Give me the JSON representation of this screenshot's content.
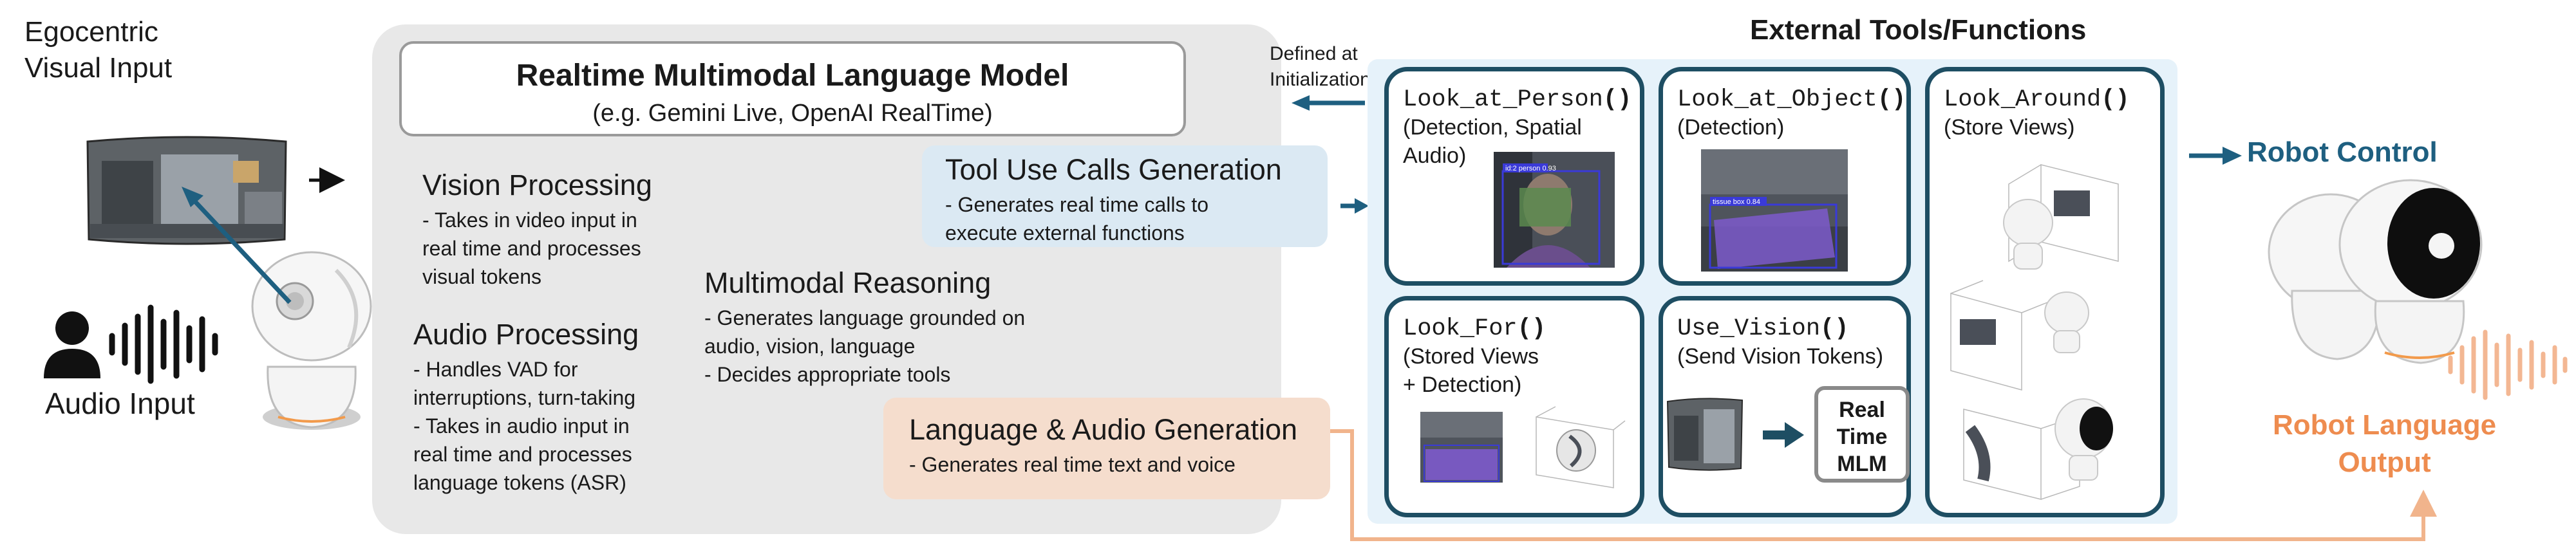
{
  "left": {
    "ego_line1": "Egocentric",
    "ego_line2": "Visual Input",
    "audio_label": "Audio Input"
  },
  "model": {
    "title": "Realtime Multimodal Language Model",
    "subtitle": "(e.g. Gemini Live, OpenAI RealTime)"
  },
  "vision": {
    "title": "Vision Processing",
    "lines": [
      "- Takes in video input in",
      "real time and processes",
      "visual tokens"
    ]
  },
  "audio_proc": {
    "title": "Audio Processing",
    "lines": [
      "- Handles VAD for",
      "interruptions, turn-taking",
      "- Takes in audio input in",
      "real time and processes",
      "language tokens (ASR)"
    ]
  },
  "reasoning": {
    "title": "Multimodal Reasoning",
    "lines": [
      "- Generates language grounded on",
      "audio, vision, language",
      "- Decides appropriate tools"
    ]
  },
  "tool_calls": {
    "title": "Tool Use Calls Generation",
    "lines": [
      "- Generates real time calls to",
      "execute external functions"
    ]
  },
  "lang_gen": {
    "title": "Language & Audio Generation",
    "lines": [
      "- Generates real time text and voice"
    ]
  },
  "defined": {
    "line1": "Defined at",
    "line2": "Initialization"
  },
  "external": {
    "title": "External Tools/Functions",
    "look_at_person": {
      "name": "Look_at_Person",
      "paren": "()",
      "desc1": "(Detection, Spatial",
      "desc2": "Audio)",
      "det_label": "id:2 person 0.93"
    },
    "look_at_object": {
      "name": "Look_at_Object",
      "paren": "()",
      "desc1": "(Detection)",
      "det_label": "tissue box 0.84"
    },
    "look_around": {
      "name": "Look_Around",
      "paren": "()",
      "desc1": "(Store Views)"
    },
    "look_for": {
      "name": "Look_For",
      "paren": "()",
      "desc1": "(Stored Views",
      "desc2": "+ Detection)"
    },
    "use_vision": {
      "name": "Use_Vision",
      "paren": "()",
      "desc1": "(Send Vision Tokens)",
      "realtime1": "Real",
      "realtime2": "Time",
      "realtime3": "MLM"
    }
  },
  "outputs": {
    "robot_control": "Robot Control",
    "robot_lang1": "Robot Language",
    "robot_lang2": "Output"
  },
  "colors": {
    "dark_teal": "#1e4e63",
    "control_blue": "#1e5f80",
    "orange": "#ee8c4f",
    "panel_gray": "#e8e8e8",
    "tool_blue": "#dbe9f3",
    "lang_peach": "#f5ddcd",
    "ext_bg": "#e6f2fa",
    "detect_blue": "#3a3ad8"
  }
}
